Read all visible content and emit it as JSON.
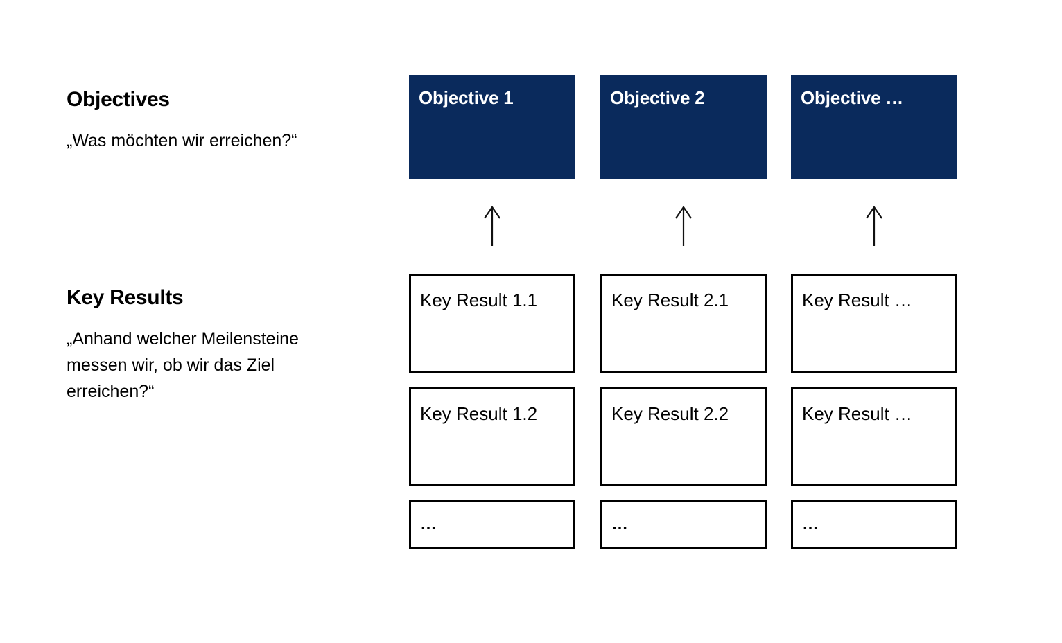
{
  "colors": {
    "navy": "#0A2A5C",
    "border": "#000000",
    "background": "#FFFFFF",
    "text": "#000000",
    "objective_text": "#FFFFFF"
  },
  "left_panel": {
    "objectives_title": "Objectives",
    "objectives_question": "„Was möchten wir erreichen?“",
    "key_results_title": "Key Results",
    "key_results_question": "„Anhand welcher Meilensteine messen wir, ob wir das Ziel erreichen?“"
  },
  "columns": [
    {
      "objective_label": "Objective 1",
      "key_result_labels": [
        "Key Result 1.1",
        "Key Result 1.2",
        "…"
      ]
    },
    {
      "objective_label": "Objective 2",
      "key_result_labels": [
        "Key Result 2.1",
        "Key Result 2.2",
        "…"
      ]
    },
    {
      "objective_label": "Objective …",
      "key_result_labels": [
        "Key Result …",
        "Key Result …",
        "…"
      ]
    }
  ],
  "icons": {
    "arrow_up": "↑"
  }
}
